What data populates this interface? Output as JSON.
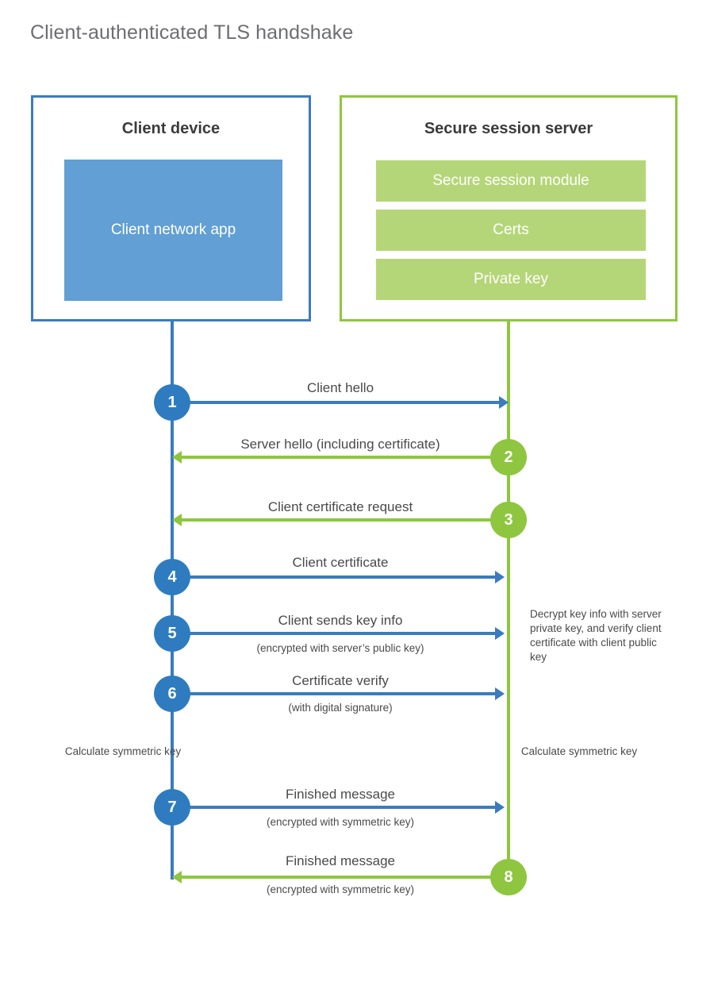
{
  "title": "Client-authenticated TLS handshake",
  "colors": {
    "client_blue": "#3a7cbe",
    "client_app_fill": "#619fd4",
    "server_green": "#8ec63f",
    "server_module_fill": "#b5d678",
    "step_blue": "#2e7cbf",
    "text": "#4a4a4a",
    "title_text": "#6d6e71",
    "background": "#ffffff"
  },
  "client": {
    "title": "Client device",
    "app_label": "Client network app",
    "note": "Calculate symmetric key"
  },
  "server": {
    "title": "Secure session server",
    "modules": [
      {
        "label": "Secure session module"
      },
      {
        "label": "Certs"
      },
      {
        "label": "Private key"
      }
    ],
    "note_decrypt": "Decrypt key info with server private key, and verify client certificate with client public key",
    "note_symmetric": "Calculate symmetric key"
  },
  "steps": [
    {
      "number": "1",
      "label": "Client hello",
      "sublabel": "",
      "direction": "client-to-server",
      "color": "#2e7cbf"
    },
    {
      "number": "2",
      "label": "Server hello (including certificate)",
      "sublabel": "",
      "direction": "server-to-client",
      "color": "#8ec63f"
    },
    {
      "number": "3",
      "label": "Client certificate request",
      "sublabel": "",
      "direction": "server-to-client",
      "color": "#8ec63f"
    },
    {
      "number": "4",
      "label": "Client certificate",
      "sublabel": "",
      "direction": "client-to-server",
      "color": "#2e7cbf"
    },
    {
      "number": "5",
      "label": "Client sends key info",
      "sublabel": "(encrypted with server’s public key)",
      "direction": "client-to-server",
      "color": "#2e7cbf"
    },
    {
      "number": "6",
      "label": "Certificate verify",
      "sublabel": "(with digital signature)",
      "direction": "client-to-server",
      "color": "#2e7cbf"
    },
    {
      "number": "7",
      "label": "Finished message",
      "sublabel": "(encrypted with symmetric key)",
      "direction": "client-to-server",
      "color": "#2e7cbf"
    },
    {
      "number": "8",
      "label": "Finished message",
      "sublabel": "(encrypted with symmetric key)",
      "direction": "server-to-client",
      "color": "#8ec63f"
    }
  ]
}
